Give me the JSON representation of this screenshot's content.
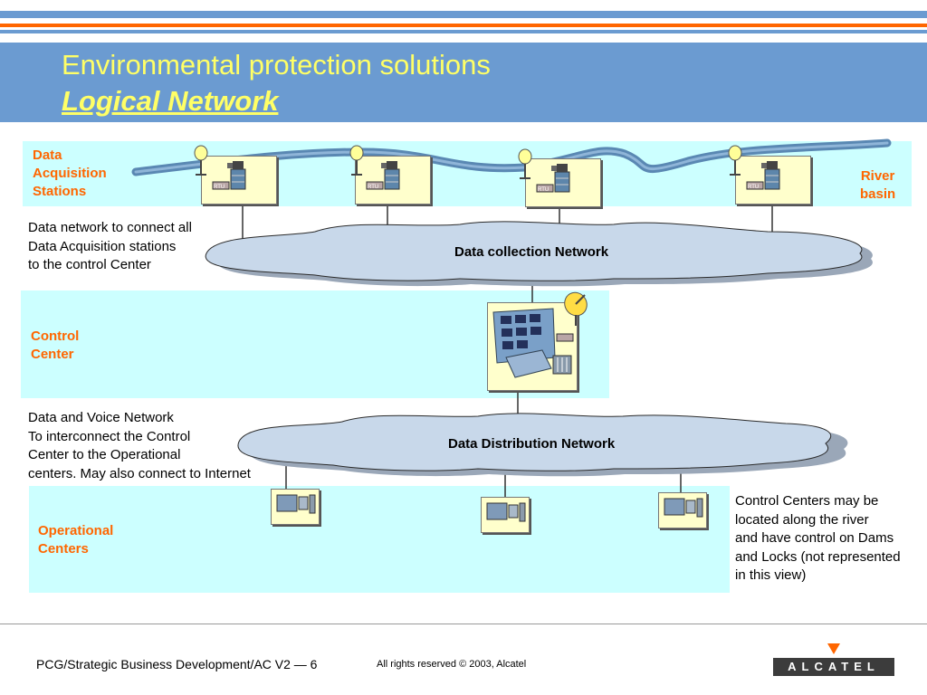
{
  "header": {
    "title_line1": "Environmental protection solutions",
    "title_line2": "Logical Network"
  },
  "stations_panel": {
    "label_line1": "Data",
    "label_line2": "Acquisition",
    "label_line3": "Stations",
    "river_line1": "River",
    "river_line2": "basin",
    "station_tag": "RTU"
  },
  "collection": {
    "cloud_label": "Data collection Network",
    "note_line1": "Data network to connect all",
    "note_line2": "Data Acquisition stations",
    "note_line3": "to the control Center"
  },
  "control_center": {
    "label_line1": "Control",
    "label_line2": "Center"
  },
  "distribution": {
    "cloud_label": "Data Distribution Network",
    "note_line1": "Data and Voice Network",
    "note_line2": "To interconnect the Control",
    "note_line3": "Center to the Operational",
    "note_line4": "centers. May also connect to Internet"
  },
  "operational": {
    "label_line1": "Operational",
    "label_line2": "Centers",
    "note_line1": "Control Centers may be",
    "note_line2": "located along the river",
    "note_line3": "and have control on Dams",
    "note_line4": "and Locks (not represented",
    "note_line5": "in this view)"
  },
  "footer": {
    "left": "PCG/Strategic Business Development/AC V2  — 6",
    "rights": "All rights reserved © 2003, Alcatel",
    "logo": "ALCATEL"
  },
  "colors": {
    "header_blue": "#6b9bd1",
    "title_yellow": "#ffff66",
    "label_orange": "#ff6600",
    "panel_cyan": "#ccffff",
    "river_blue": "#4f7fa8",
    "cloud_fill": "#c8d8ea"
  }
}
